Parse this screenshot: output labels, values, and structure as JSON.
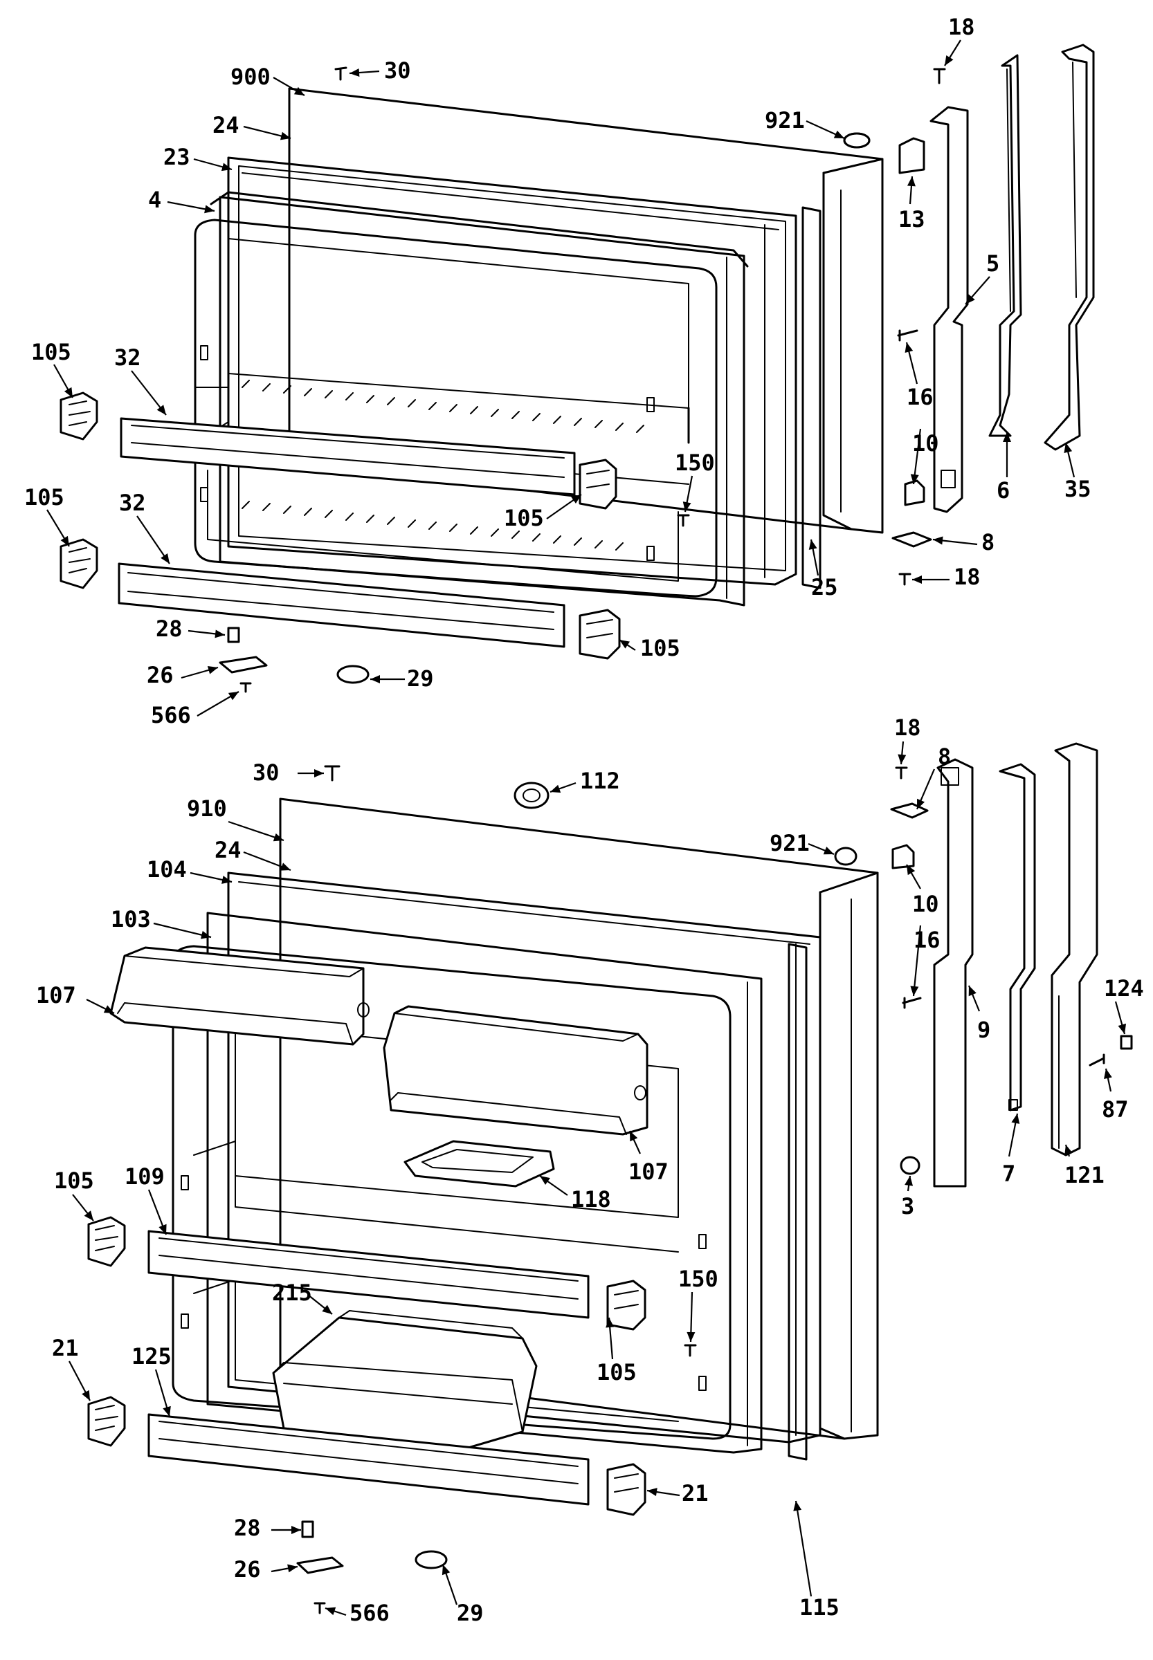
{
  "callouts": [
    {
      "id": "c900a",
      "text": "900"
    },
    {
      "id": "c30a",
      "text": "30"
    },
    {
      "id": "c24a",
      "text": "24"
    },
    {
      "id": "c23",
      "text": "23"
    },
    {
      "id": "c4",
      "text": "4"
    },
    {
      "id": "c921a",
      "text": "921"
    },
    {
      "id": "c18a",
      "text": "18"
    },
    {
      "id": "c13",
      "text": "13"
    },
    {
      "id": "c5",
      "text": "5"
    },
    {
      "id": "c16a",
      "text": "16"
    },
    {
      "id": "c10a",
      "text": "10"
    },
    {
      "id": "c6",
      "text": "6"
    },
    {
      "id": "c35",
      "text": "35"
    },
    {
      "id": "c8a",
      "text": "8"
    },
    {
      "id": "c18b",
      "text": "18"
    },
    {
      "id": "c25",
      "text": "25"
    },
    {
      "id": "c105a",
      "text": "105"
    },
    {
      "id": "c32a",
      "text": "32"
    },
    {
      "id": "c105b",
      "text": "105"
    },
    {
      "id": "c32b",
      "text": "32"
    },
    {
      "id": "c150a",
      "text": "150"
    },
    {
      "id": "c105c",
      "text": "105"
    },
    {
      "id": "c105d",
      "text": "105"
    },
    {
      "id": "c28a",
      "text": "28"
    },
    {
      "id": "c26a",
      "text": "26"
    },
    {
      "id": "c566a",
      "text": "566"
    },
    {
      "id": "c29a",
      "text": "29"
    },
    {
      "id": "c18c",
      "text": "18"
    },
    {
      "id": "c8b",
      "text": "8"
    },
    {
      "id": "c30b",
      "text": "30"
    },
    {
      "id": "c112",
      "text": "112"
    },
    {
      "id": "c910",
      "text": "910"
    },
    {
      "id": "c921b",
      "text": "921"
    },
    {
      "id": "c24b",
      "text": "24"
    },
    {
      "id": "c10b",
      "text": "10"
    },
    {
      "id": "c104",
      "text": "104"
    },
    {
      "id": "c103",
      "text": "103"
    },
    {
      "id": "c16b",
      "text": "16"
    },
    {
      "id": "c107a",
      "text": "107"
    },
    {
      "id": "c9",
      "text": "9"
    },
    {
      "id": "c124",
      "text": "124"
    },
    {
      "id": "c87",
      "text": "87"
    },
    {
      "id": "c107b",
      "text": "107"
    },
    {
      "id": "c7",
      "text": "7"
    },
    {
      "id": "c121",
      "text": "121"
    },
    {
      "id": "c118",
      "text": "118"
    },
    {
      "id": "c3",
      "text": "3"
    },
    {
      "id": "c105e",
      "text": "105"
    },
    {
      "id": "c109",
      "text": "109"
    },
    {
      "id": "c150b",
      "text": "150"
    },
    {
      "id": "c215",
      "text": "215"
    },
    {
      "id": "c105f",
      "text": "105"
    },
    {
      "id": "c21a",
      "text": "21"
    },
    {
      "id": "c125",
      "text": "125"
    },
    {
      "id": "c21b",
      "text": "21"
    },
    {
      "id": "c28b",
      "text": "28"
    },
    {
      "id": "c26b",
      "text": "26"
    },
    {
      "id": "c566b",
      "text": "566"
    },
    {
      "id": "c29b",
      "text": "29"
    },
    {
      "id": "c115",
      "text": "115"
    }
  ]
}
